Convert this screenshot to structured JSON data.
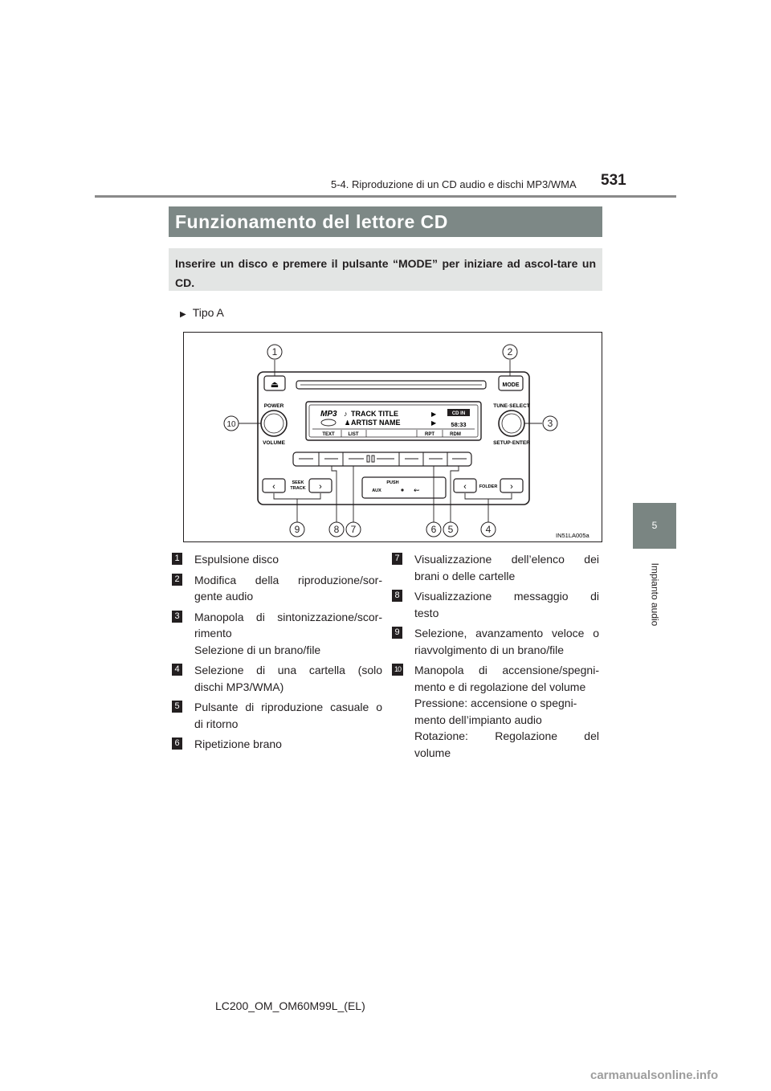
{
  "header": {
    "section_path": "5-4. Riproduzione di un CD audio e dischi MP3/WMA",
    "page_number": "531"
  },
  "chapter_tab": {
    "number": "5",
    "label": "Impianto audio"
  },
  "title": "Funzionamento del lettore CD",
  "intro": "Inserire un disco e premere il pulsante “MODE” per iniziare ad ascol-tare un CD.",
  "type_label": "Tipo A",
  "figure": {
    "code": "IN51LA005a",
    "button_eject_symbol": "⏏",
    "button_mode": "MODE",
    "label_power": "POWER",
    "label_volume": "VOLUME",
    "label_tune_select": "TUNE·SELECT",
    "label_setup_enter": "SETUP·ENTER",
    "display_mp3": "MP3",
    "display_track_title": "TRACK TITLE",
    "display_artist_name": "ARTIST NAME",
    "display_cd_in": "CD IN",
    "display_time": "58:33",
    "display_text": "TEXT",
    "display_list": "LIST",
    "display_rpt": "RPT",
    "display_rdm": "RDM",
    "label_seek": "SEEK",
    "label_track": "TRACK",
    "label_push": "PUSH",
    "label_aux": "AUX",
    "label_folder": "FOLDER",
    "callouts": [
      "1",
      "2",
      "3",
      "4",
      "5",
      "6",
      "7",
      "8",
      "9",
      "10"
    ]
  },
  "legend_left": [
    {
      "num": "1",
      "lines": [
        "Espulsione disco"
      ]
    },
    {
      "num": "2",
      "lines": [
        "Modifica della riproduzione/sor-",
        "gente audio"
      ]
    },
    {
      "num": "3",
      "lines": [
        "Manopola di sintonizzazione/scor-",
        "rimento",
        "Selezione di un brano/file"
      ]
    },
    {
      "num": "4",
      "lines": [
        "Selezione di una cartella (solo",
        "dischi MP3/WMA)"
      ]
    },
    {
      "num": "5",
      "lines": [
        "Pulsante di riproduzione casuale o",
        "di ritorno"
      ]
    },
    {
      "num": "6",
      "lines": [
        "Ripetizione brano"
      ]
    }
  ],
  "legend_right": [
    {
      "num": "7",
      "lines": [
        "Visualizzazione dell’elenco dei",
        "brani o delle cartelle"
      ]
    },
    {
      "num": "8",
      "lines": [
        "Visualizzazione messaggio di",
        "testo"
      ]
    },
    {
      "num": "9",
      "lines": [
        "Selezione, avanzamento veloce o",
        "riavvolgimento di un brano/file"
      ]
    },
    {
      "num": "10",
      "lines": [
        "Manopola di accensione/spegni-",
        "mento e di regolazione del volume",
        "Pressione: accensione o spegni-",
        "mento dell’impianto audio",
        "Rotazione: Regolazione del",
        "volume"
      ]
    }
  ],
  "footer": {
    "code": "LC200_OM_OM60M99L_(EL)"
  },
  "watermark": "carmanualsonline.info"
}
